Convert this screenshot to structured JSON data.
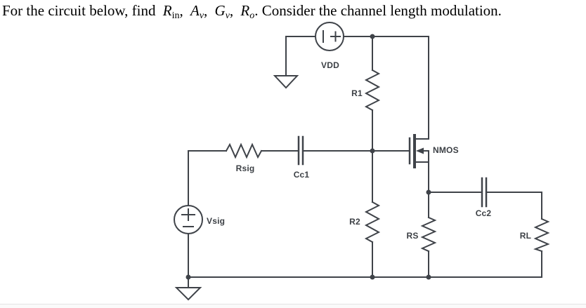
{
  "title": {
    "segments": [
      {
        "t": "For the circuit below, find ",
        "s": "plain"
      },
      {
        "t": "R",
        "s": "var"
      },
      {
        "t": "in",
        "s": "sub"
      },
      {
        "t": ", ",
        "s": "plain"
      },
      {
        "t": "A",
        "s": "var"
      },
      {
        "t": "v",
        "s": "subi"
      },
      {
        "t": ", ",
        "s": "plain"
      },
      {
        "t": "G",
        "s": "var"
      },
      {
        "t": "v",
        "s": "subi"
      },
      {
        "t": ", ",
        "s": "plain"
      },
      {
        "t": "R",
        "s": "var"
      },
      {
        "t": "o",
        "s": "subi"
      },
      {
        "t": ". Consider the channel length modulation.",
        "s": "plain"
      }
    ]
  },
  "circuit": {
    "labels": {
      "vdd": "VDD",
      "r1": "R1",
      "rsig": "Rsig",
      "cc1": "Cc1",
      "vsig": "Vsig",
      "r2": "R2",
      "nmos": "NMOS",
      "rs": "RS",
      "cc2": "Cc2",
      "rl": "RL"
    },
    "source_polarity": {
      "vdd": "| +",
      "vsig": "+ −"
    }
  },
  "colors": {
    "wire": "#3f4349",
    "label": "#3c4045",
    "title_text": "#000000",
    "divider": "#e3e3e3"
  }
}
